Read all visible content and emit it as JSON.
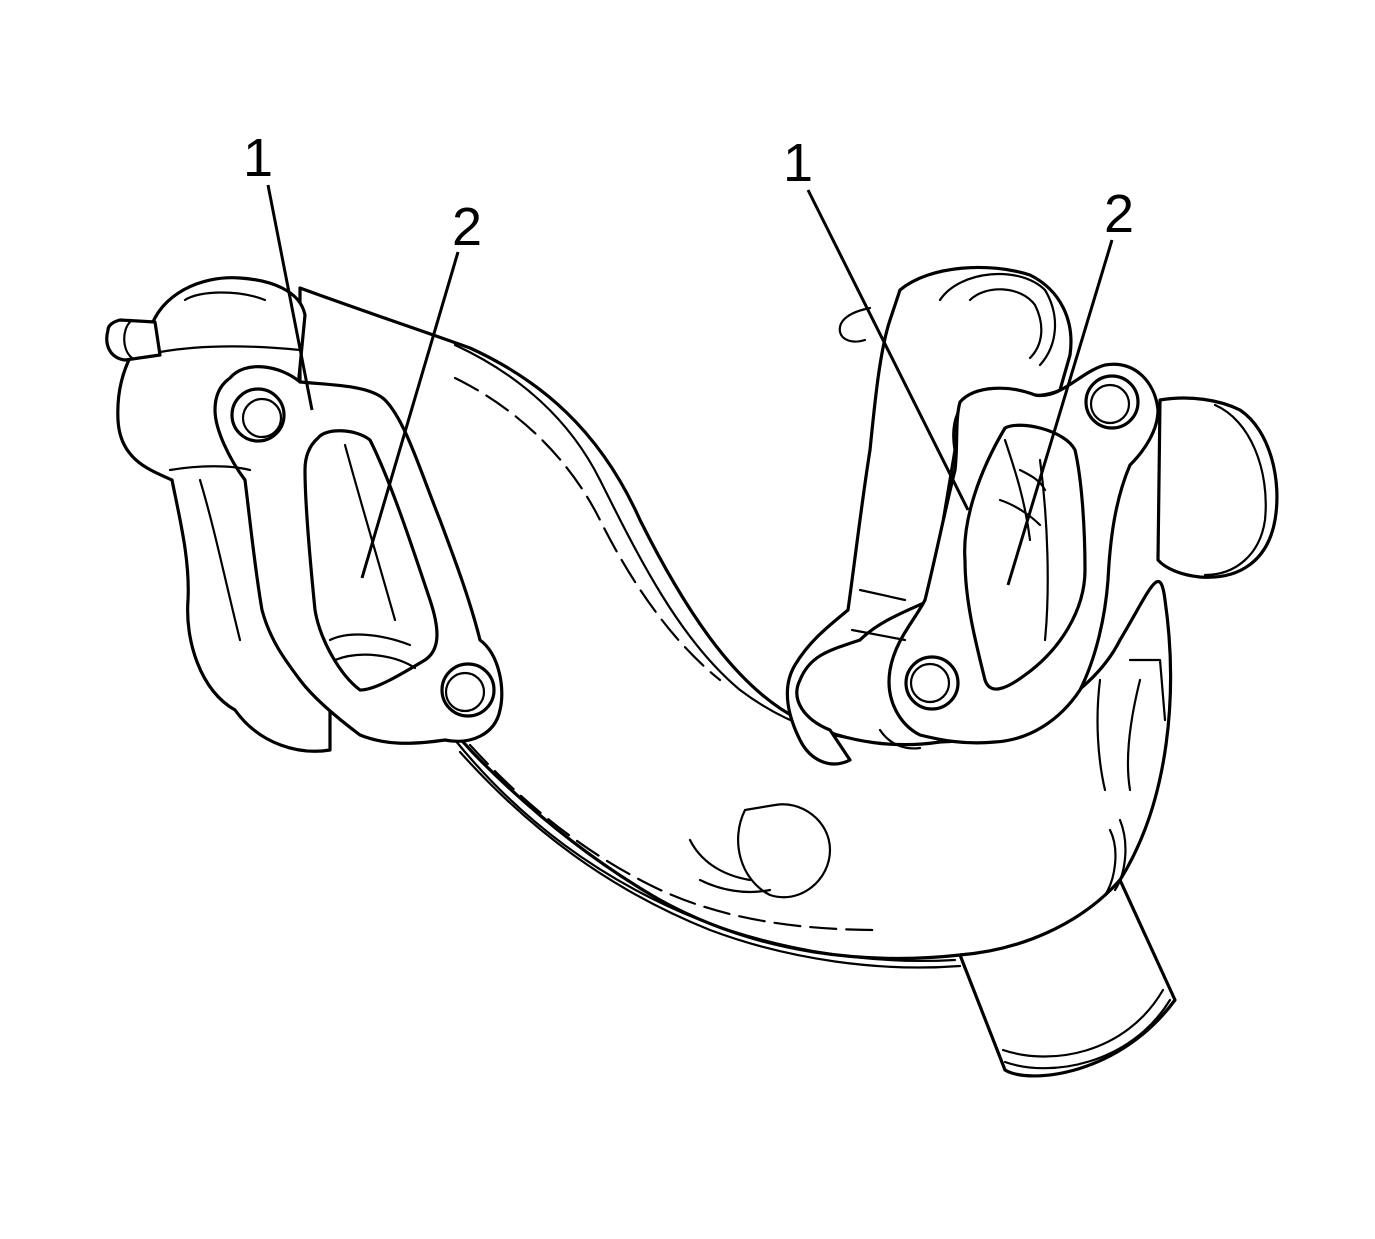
{
  "callouts": [
    {
      "id": "left-1",
      "text": "1"
    },
    {
      "id": "left-2",
      "text": "2"
    },
    {
      "id": "right-1",
      "text": "1"
    },
    {
      "id": "right-2",
      "text": "2"
    }
  ]
}
